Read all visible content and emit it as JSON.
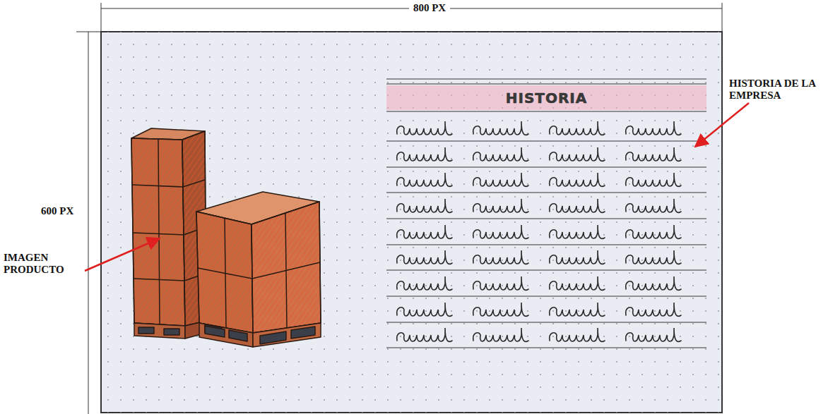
{
  "diagram": {
    "nodes": [
      {
        "text": [
          "HISTORIA"
        ]
      }
    ],
    "labels": [
      "800 PX",
      "600 PX",
      "IMAGEN PRODUCTO",
      "HISTORIA DE LA EMPRESA"
    ]
  }
}
